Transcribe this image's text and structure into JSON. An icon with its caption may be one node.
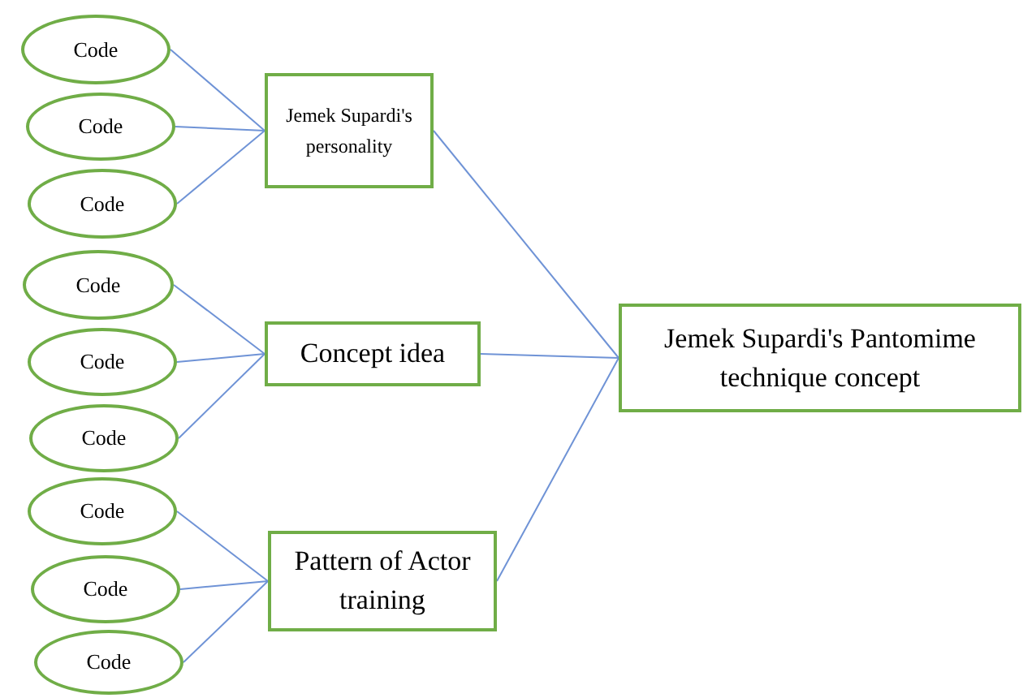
{
  "diagram": {
    "nodes": [
      {
        "text": [
          "Code"
        ]
      },
      {
        "text": [
          "Code"
        ]
      },
      {
        "text": [
          "Code"
        ]
      },
      {
        "text": [
          "Jemek Supardi's personality"
        ]
      },
      {
        "text": [
          "Code"
        ]
      },
      {
        "text": [
          "Code"
        ]
      },
      {
        "text": [
          "Code"
        ]
      },
      {
        "text": [
          "Concept idea"
        ]
      },
      {
        "text": [
          "Code"
        ]
      },
      {
        "text": [
          "Code"
        ]
      },
      {
        "text": [
          "Code"
        ]
      },
      {
        "text": [
          "Pattern of Actor training"
        ]
      },
      {
        "text": [
          "Jemek Supardi's Pantomime technique concept"
        ]
      }
    ],
    "edges": [
      {
        "from": 0,
        "to": 3,
        "arrow": "none"
      },
      {
        "from": 1,
        "to": 3,
        "arrow": "none"
      },
      {
        "from": 2,
        "to": 3,
        "arrow": "none"
      },
      {
        "from": 4,
        "to": 7,
        "arrow": "none"
      },
      {
        "from": 5,
        "to": 7,
        "arrow": "none"
      },
      {
        "from": 6,
        "to": 7,
        "arrow": "none"
      },
      {
        "from": 8,
        "to": 11,
        "arrow": "none"
      },
      {
        "from": 9,
        "to": 11,
        "arrow": "none"
      },
      {
        "from": 10,
        "to": 11,
        "arrow": "none"
      },
      {
        "from": 3,
        "to": 12,
        "arrow": "none"
      },
      {
        "from": 7,
        "to": 12,
        "arrow": "none"
      },
      {
        "from": 11,
        "to": 12,
        "arrow": "none"
      }
    ]
  }
}
